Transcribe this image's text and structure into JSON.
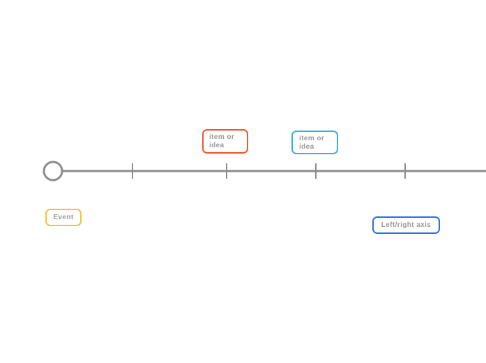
{
  "canvas": {
    "background_color": "#ffffff"
  },
  "timeline": {
    "line_color": "#8c8c8c",
    "tick_color": "#8c8c8c",
    "tick_count": 4,
    "origin_node": {
      "shape": "circle",
      "fill": "#ffffff",
      "stroke": "#8c8c8c"
    }
  },
  "nodes": [
    {
      "label": "item or idea",
      "border_color": "#f4532c",
      "position": "above-axis-tick-2"
    },
    {
      "label": "item or idea",
      "border_color": "#2fb1e9",
      "position": "above-axis-tick-3"
    },
    {
      "label": "Event",
      "border_color": "#f6c231",
      "position": "below-axis-left"
    },
    {
      "label": "Left/right axis",
      "border_color": "#2b6fe3",
      "position": "below-axis-tick-4"
    }
  ],
  "text_color": "#9a9a9a"
}
